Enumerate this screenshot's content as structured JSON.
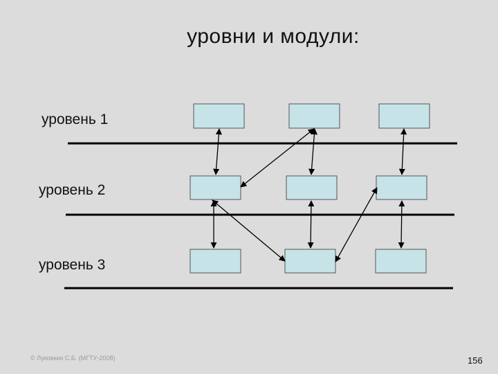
{
  "title": "уровни и модули:",
  "levels": [
    {
      "label": "уровень 1"
    },
    {
      "label": "уровень 2"
    },
    {
      "label": "уровень 3"
    }
  ],
  "footer": {
    "copyright": "© Луковкин С.Б. (МГТУ-2008)",
    "page_number": "156"
  },
  "colors": {
    "background": "#dcdcdc",
    "module_fill": "#c6e3e8",
    "module_border": "#555555",
    "line": "#000000"
  }
}
